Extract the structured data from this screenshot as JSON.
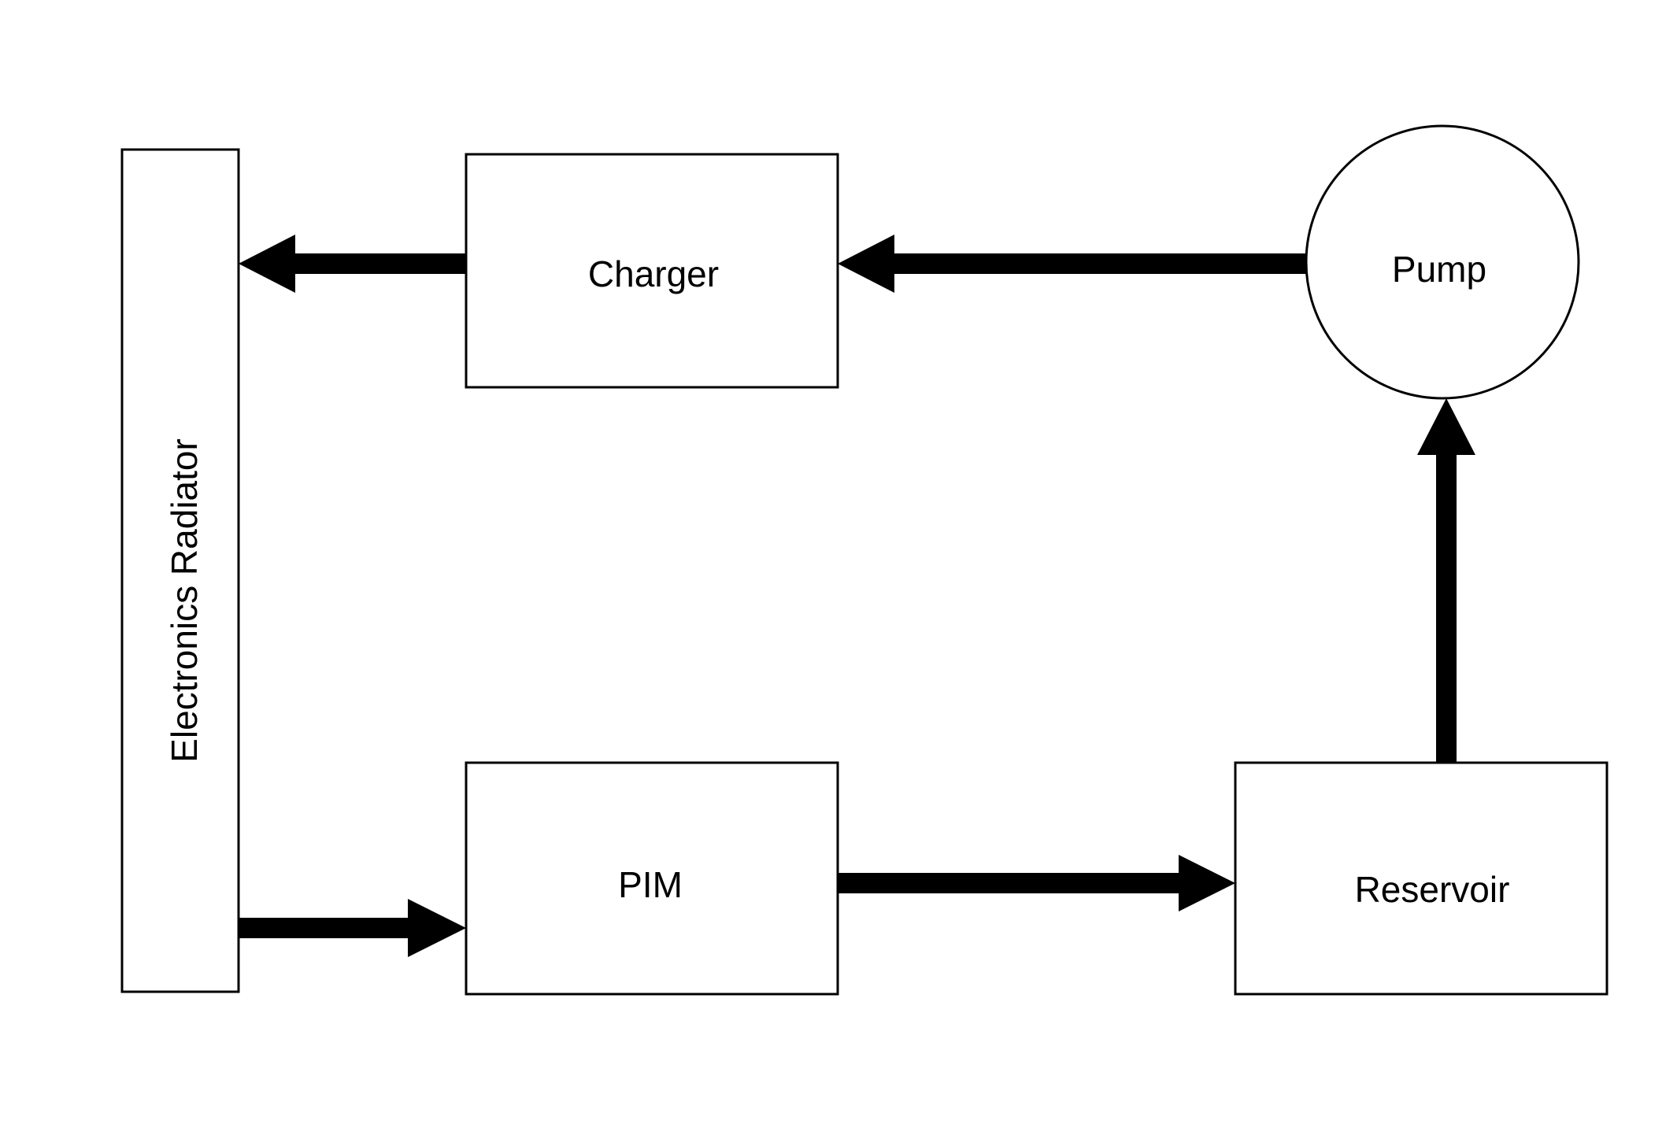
{
  "diagram": {
    "nodes": {
      "radiator": "Electronics Radiator",
      "charger": "Charger",
      "pump": "Pump",
      "pim": "PIM",
      "reservoir": "Reservoir"
    },
    "flows": [
      {
        "from": "pump",
        "to": "charger"
      },
      {
        "from": "charger",
        "to": "radiator"
      },
      {
        "from": "radiator",
        "to": "pim"
      },
      {
        "from": "pim",
        "to": "reservoir"
      },
      {
        "from": "reservoir",
        "to": "pump"
      }
    ],
    "colors": {
      "stroke": "#000000",
      "fill": "#ffffff"
    }
  }
}
